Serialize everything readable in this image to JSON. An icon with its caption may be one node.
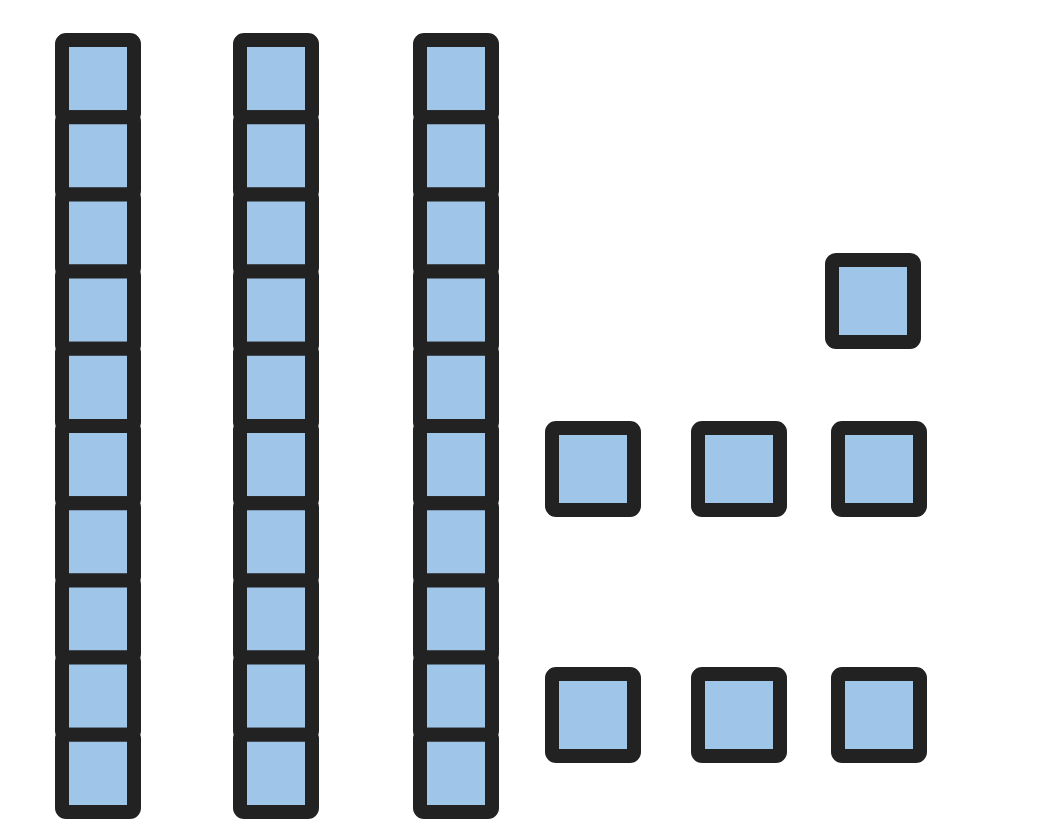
{
  "diagram": {
    "nodes": [
      {
        "text": [],
        "shape": "bar"
      },
      {
        "text": [],
        "shape": "bar"
      },
      {
        "text": [],
        "shape": "bar"
      },
      {
        "text": [],
        "shape": "box"
      },
      {
        "text": [],
        "shape": "box"
      },
      {
        "text": [],
        "shape": "box"
      },
      {
        "text": [],
        "shape": "box"
      },
      {
        "text": [],
        "shape": "box"
      },
      {
        "text": [],
        "shape": "box"
      },
      {
        "text": [],
        "shape": "box"
      }
    ]
  }
}
